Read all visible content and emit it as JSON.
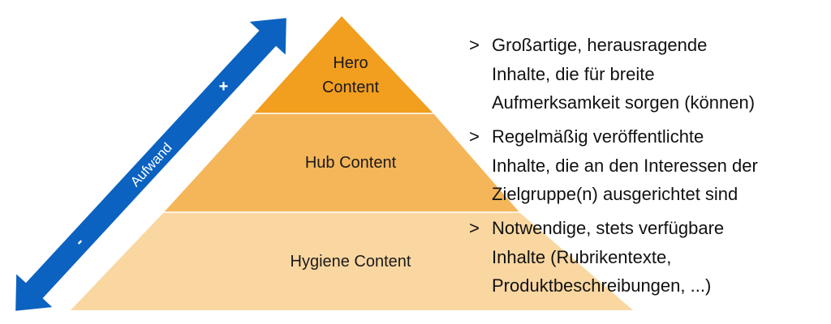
{
  "colors": {
    "hero": "#F29E1F",
    "hub": "#F5B659",
    "hygiene": "#FAD7A1",
    "arrow": "#0B62C0"
  },
  "arrow": {
    "label": "Aufwand",
    "plus": "+",
    "minus": "-"
  },
  "tiers": [
    {
      "label_lines": [
        "Hero",
        "Content"
      ]
    },
    {
      "label_lines": [
        "Hub Content"
      ]
    },
    {
      "label_lines": [
        "Hygiene Content"
      ]
    }
  ],
  "descriptions": [
    {
      "bullet": ">",
      "lines": [
        "Großartige, herausragende",
        "Inhalte, die für breite",
        "Aufmerksamkeit sorgen (können)"
      ]
    },
    {
      "bullet": ">",
      "lines": [
        "Regelmäßig veröffentlichte",
        "Inhalte, die an den Interessen der",
        "Zielgruppe(n) ausgerichtet sind"
      ]
    },
    {
      "bullet": ">",
      "lines": [
        "Notwendige, stets verfügbare",
        "Inhalte (Rubrikentexte,",
        "Produktbeschreibungen, ...)"
      ]
    }
  ]
}
